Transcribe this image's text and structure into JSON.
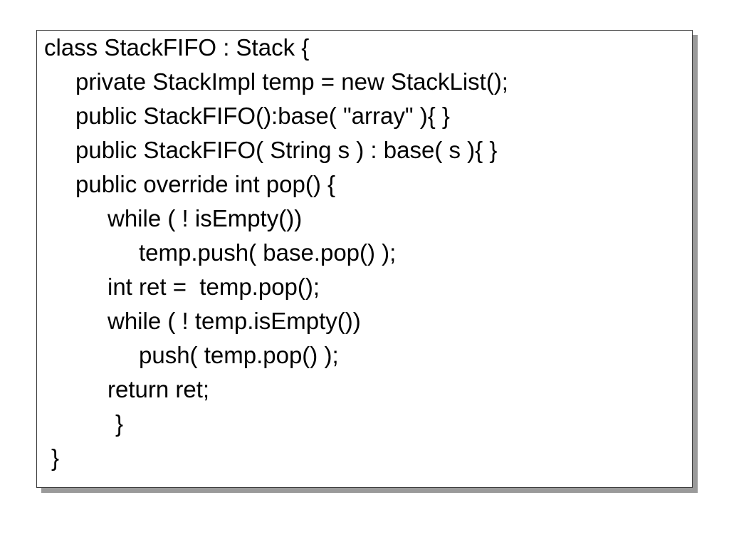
{
  "code": {
    "lines": [
      "class StackFIFO : Stack {",
      "private StackImpl temp = new StackList();",
      "public StackFIFO():base( \"array\" ){ }",
      "public StackFIFO( String s ) : base( s ){ }",
      "public override int pop() {",
      "while ( ! isEmpty())",
      "temp.push( base.pop() );",
      "int ret =  temp.pop();",
      "while ( ! temp.isEmpty())",
      "push( temp.pop() );",
      "return ret;",
      "}",
      "}"
    ]
  }
}
